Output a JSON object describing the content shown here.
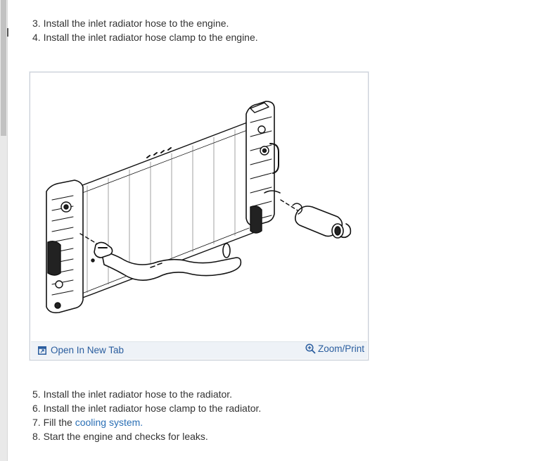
{
  "steps_top": [
    "3. Install the inlet radiator hose to the engine.",
    "4. Install the inlet radiator hose clamp to the engine."
  ],
  "figure": {
    "open_tab_label": "Open In New Tab",
    "zoom_label": "Zoom/Print",
    "open_tab_icon": "open-new-tab-icon",
    "zoom_icon": "zoom-in-icon"
  },
  "steps_bottom": {
    "step5": "5. Install the inlet radiator hose to the radiator.",
    "step6": "6. Install the inlet radiator hose clamp to the radiator.",
    "step7_prefix": "7. Fill the ",
    "step7_link": "cooling system.",
    "step8": "8. Start the engine and checks for leaks."
  },
  "colors": {
    "link": "#2a6fb5",
    "figure_bar": "#eef2f7",
    "text": "#333333"
  }
}
